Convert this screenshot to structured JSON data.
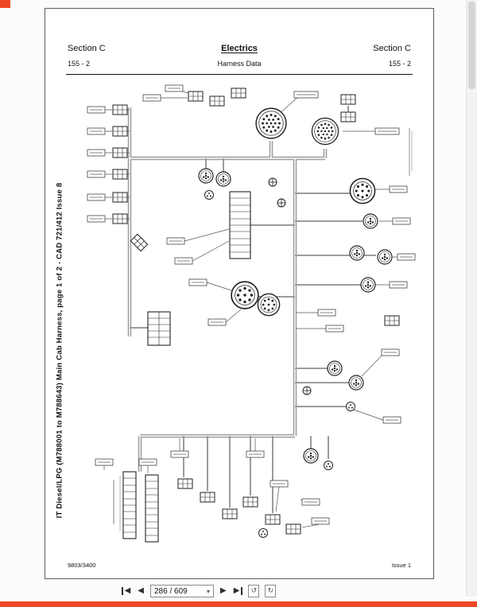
{
  "colors": {
    "accent": "#ee4723"
  },
  "viewer": {
    "toolbar": {
      "page_display": "286 / 609",
      "icons": {
        "first_page": "◀",
        "prev_page": "◀",
        "next_page": "▶",
        "last_page": "▶",
        "dropdown_caret": "▾",
        "prev_view": "↺",
        "next_view": "↻"
      }
    }
  },
  "document": {
    "header": {
      "left": "Section C",
      "center": "Electrics",
      "right": "Section C"
    },
    "subheader": {
      "left": "155 - 2",
      "center": "Harness Data",
      "right": "155 - 2"
    },
    "side_title": "IT Diesel/LPG (M788001 to M788643) Main Cab Harness, page 1 of 2 - CAD 721/412 Issue 8",
    "footer": {
      "left": "9803/3400",
      "right": "Issue 1"
    }
  }
}
